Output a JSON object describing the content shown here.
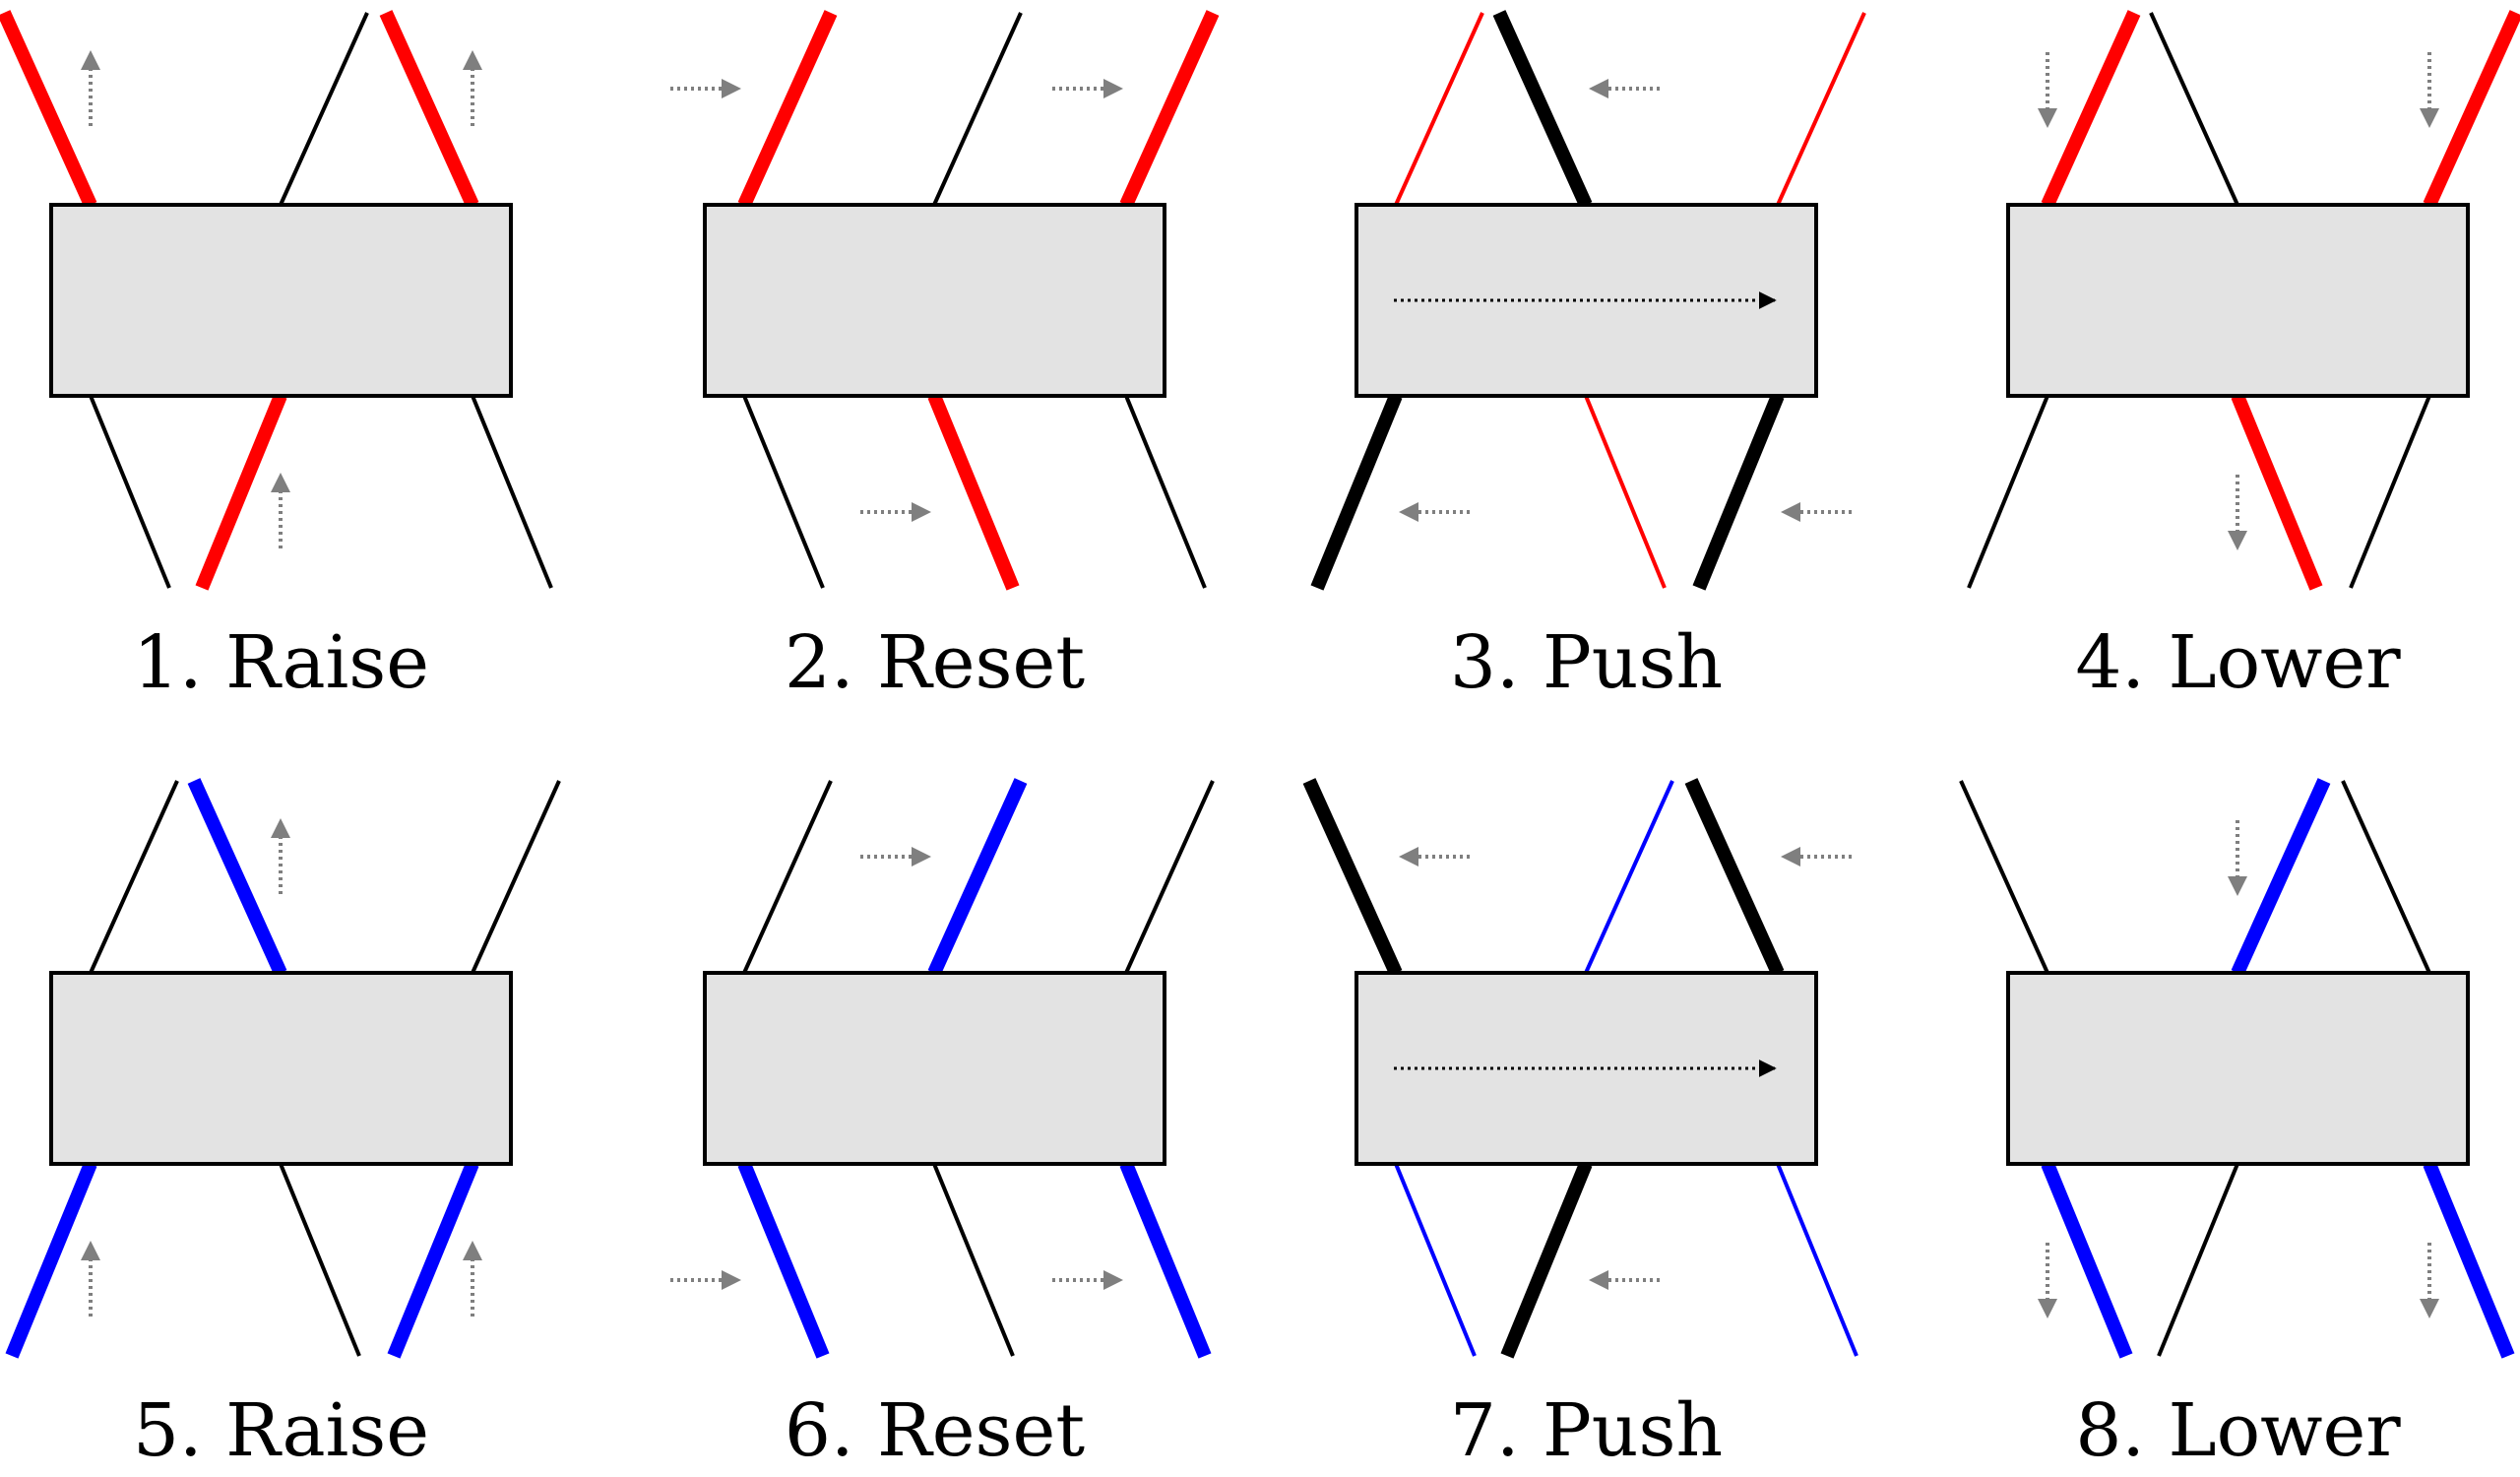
{
  "colors": {
    "phase_a": "#ff0000",
    "phase_b": "#0000ff",
    "neutral": "#000000",
    "body_fill": "#e3e3e3",
    "arrow_hint": "#7f7f7f"
  },
  "icons": {
    "move_arrow": "dotted-arrow-icon",
    "push_arrow": "dotted-push-arrow-icon"
  },
  "steps": [
    {
      "label": "1. Raise",
      "phase": "a",
      "action": "raise"
    },
    {
      "label": "2. Reset",
      "phase": "a",
      "action": "reset"
    },
    {
      "label": "3. Push",
      "phase": "a",
      "action": "push"
    },
    {
      "label": "4. Lower",
      "phase": "a",
      "action": "lower"
    },
    {
      "label": "5. Raise",
      "phase": "b",
      "action": "raise"
    },
    {
      "label": "6. Reset",
      "phase": "b",
      "action": "reset"
    },
    {
      "label": "7. Push",
      "phase": "b",
      "action": "push"
    },
    {
      "label": "8. Lower",
      "phase": "b",
      "action": "lower"
    }
  ]
}
